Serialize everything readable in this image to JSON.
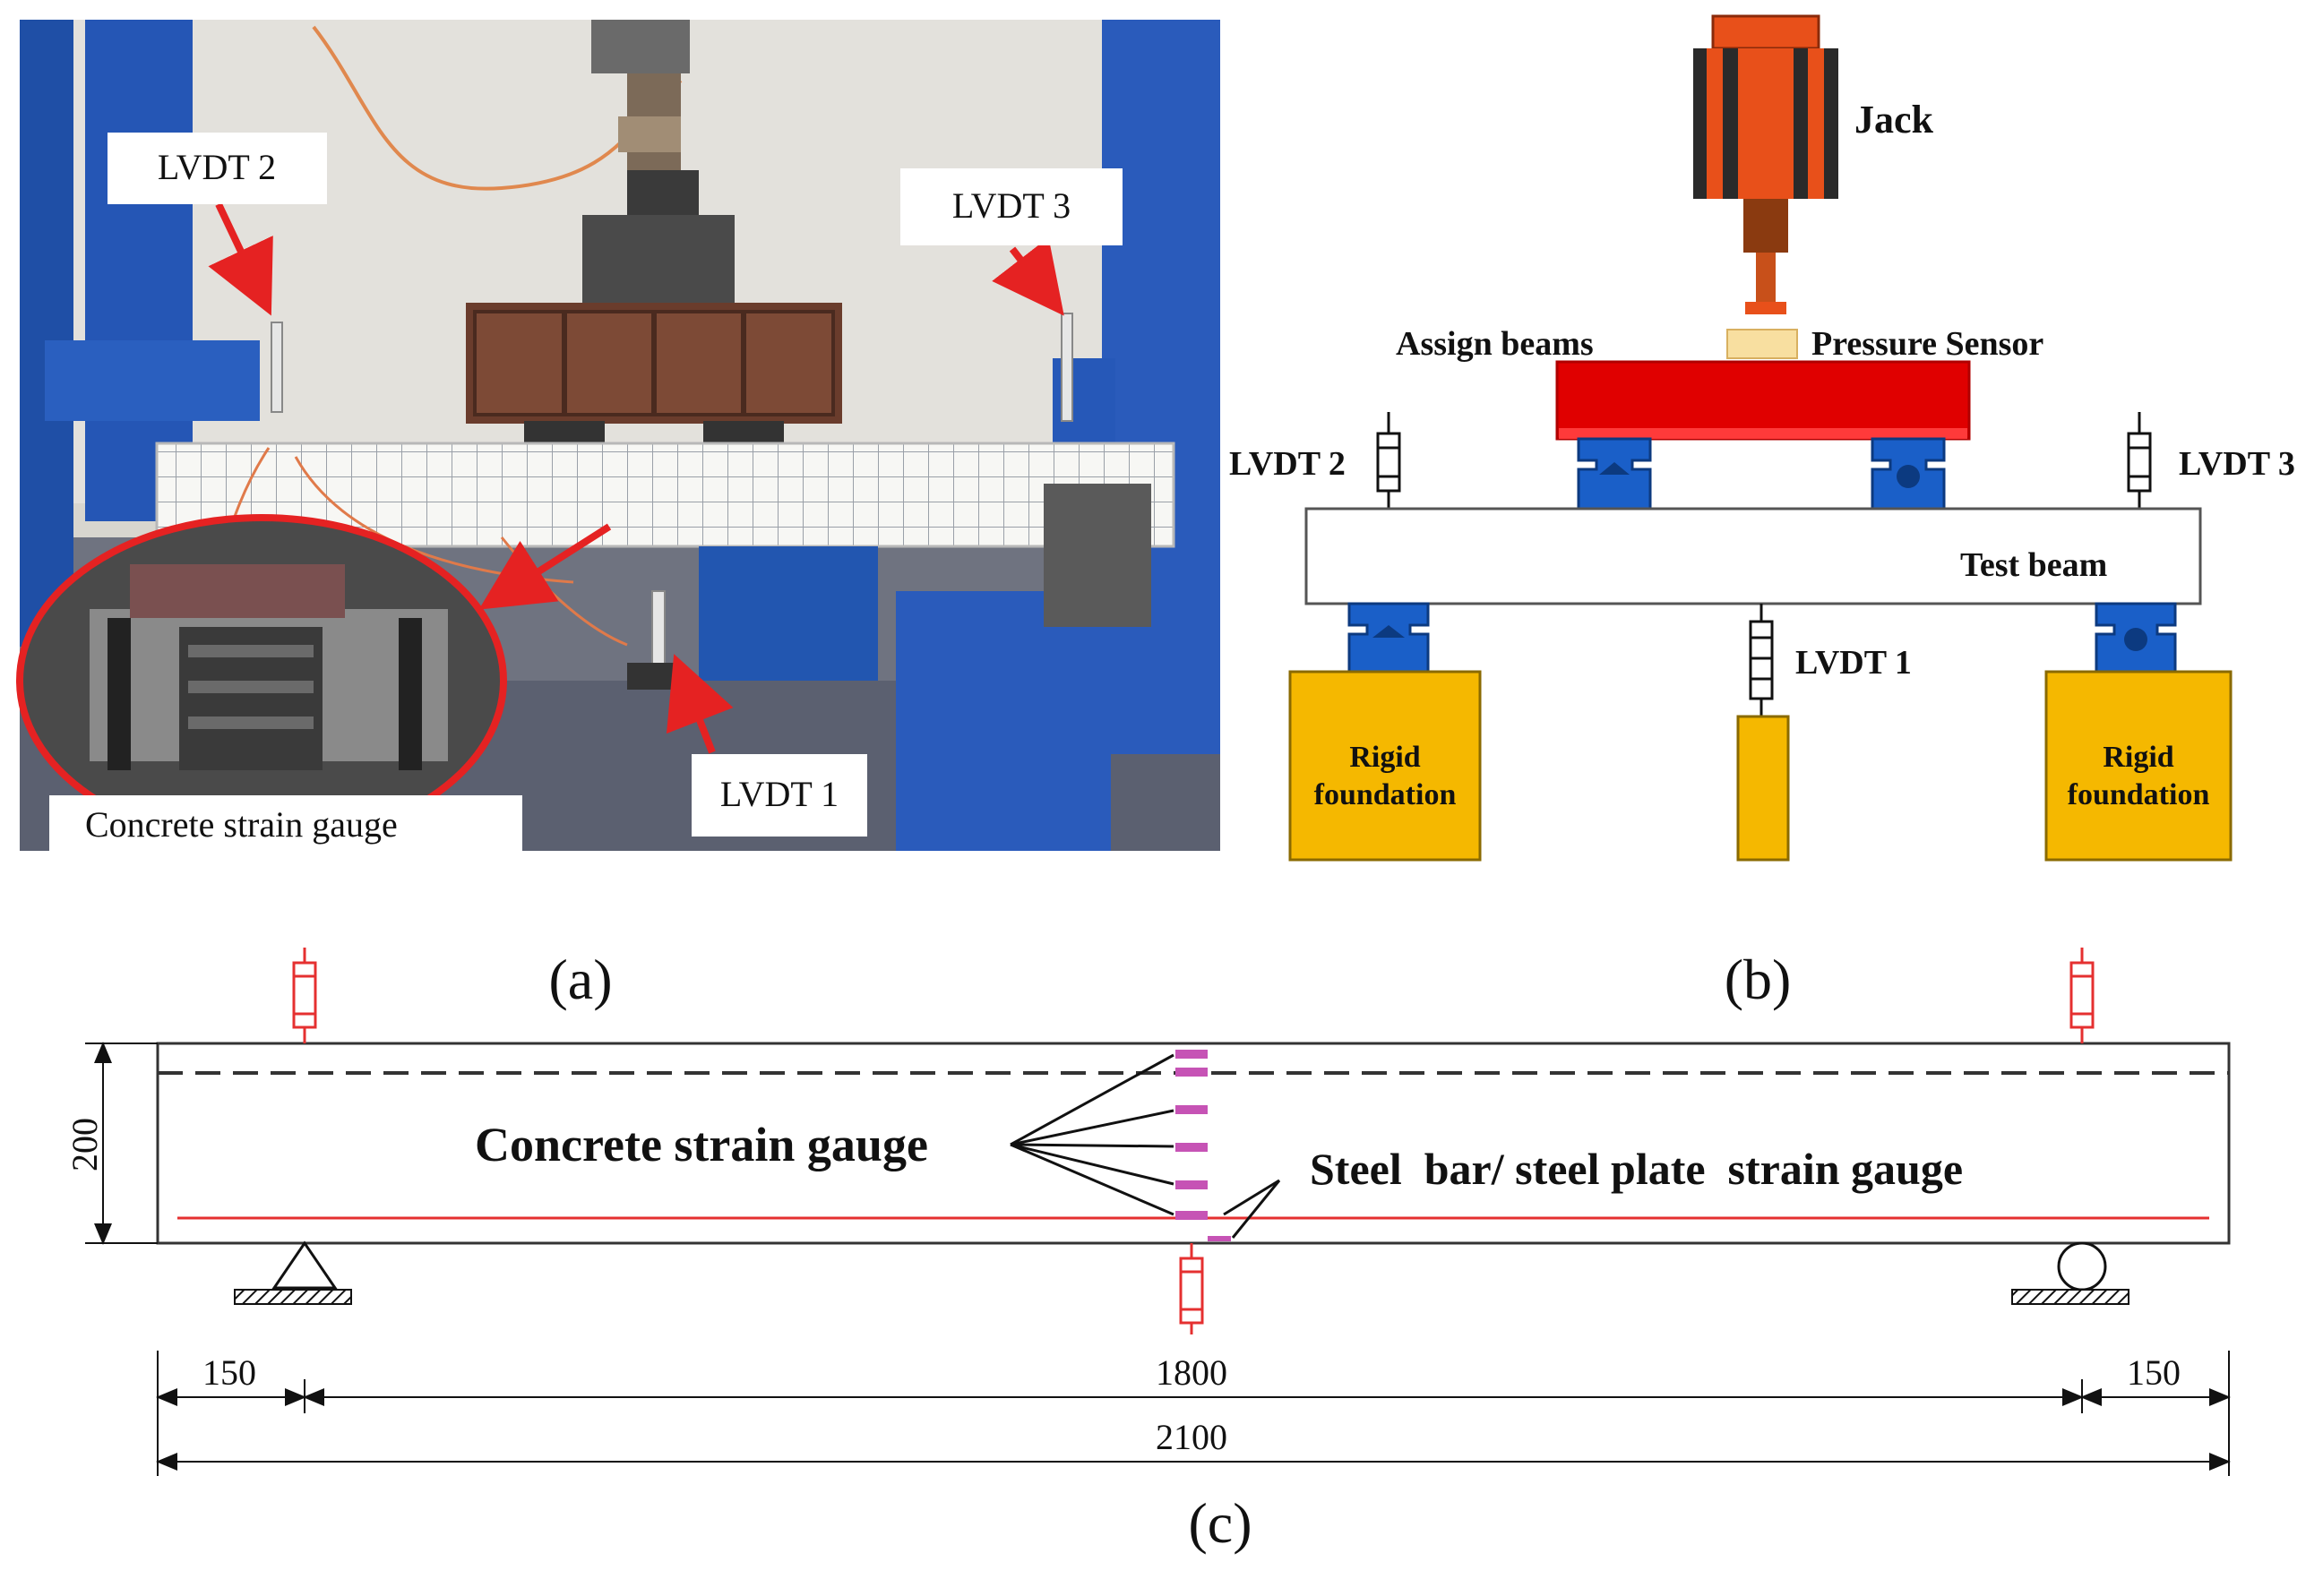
{
  "panel_a": {
    "caption": "(a)",
    "labels": {
      "lvdt2": "LVDT 2",
      "lvdt3": "LVDT 3",
      "lvdt1": "LVDT 1",
      "gauge": "Concrete strain gauge"
    }
  },
  "panel_b": {
    "caption": "(b)",
    "labels": {
      "jack": "Jack",
      "assign_beams": "Assign beams",
      "pressure_sensor": "Pressure Sensor",
      "lvdt2": "LVDT 2",
      "lvdt3": "LVDT 3",
      "test_beam": "Test beam",
      "lvdt1": "LVDT 1",
      "rigid": "Rigid",
      "foundation": "foundation"
    }
  },
  "panel_c": {
    "caption": "(c)",
    "labels": {
      "concrete_gauge": "Concrete strain gauge",
      "steel_gauge": "Steel  bar/ steel plate  strain gauge"
    },
    "dimensions": {
      "height": "200",
      "left": "150",
      "span": "1800",
      "right": "150",
      "total": "2100"
    }
  },
  "colors": {
    "arrow_red": "#e52222",
    "assign_beam_red": "#e00000",
    "support_blue": "#1a5fc8",
    "foundation_yellow": "#f5b800",
    "jack_orange": "#e8501a",
    "jack_dark": "#2a2a2a",
    "gauge_magenta": "#c653b5",
    "lvdt_red": "#e53030"
  }
}
